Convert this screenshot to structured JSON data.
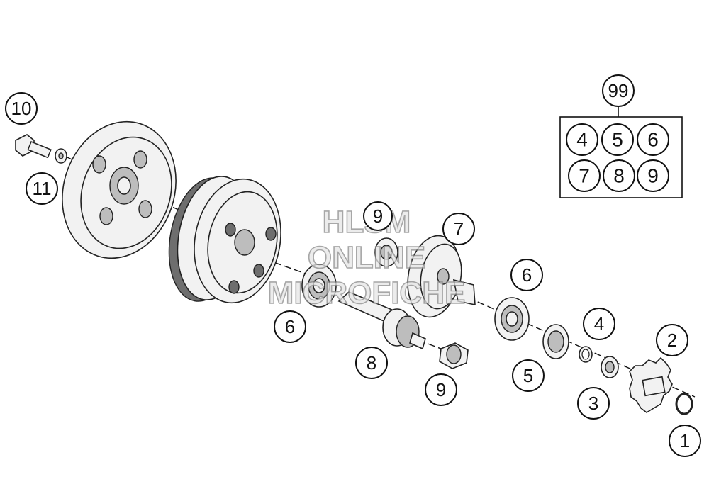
{
  "callouts": [
    {
      "label": "10"
    },
    {
      "label": "11"
    },
    {
      "label": "9"
    },
    {
      "label": "7"
    },
    {
      "label": "6"
    },
    {
      "label": "6"
    },
    {
      "label": "8"
    },
    {
      "label": "9"
    },
    {
      "label": "4"
    },
    {
      "label": "5"
    },
    {
      "label": "2"
    },
    {
      "label": "3"
    },
    {
      "label": "1"
    }
  ],
  "kit": {
    "label": "99",
    "items": [
      "4",
      "5",
      "6",
      "7",
      "8",
      "9"
    ]
  },
  "watermark": {
    "line1": "HLSM",
    "line2": "ONLINE",
    "line3": "MICROFICHE"
  },
  "colors": {
    "stroke": "#111111",
    "shade": "#6e6e6e",
    "watermark": "#8a8a8a"
  }
}
